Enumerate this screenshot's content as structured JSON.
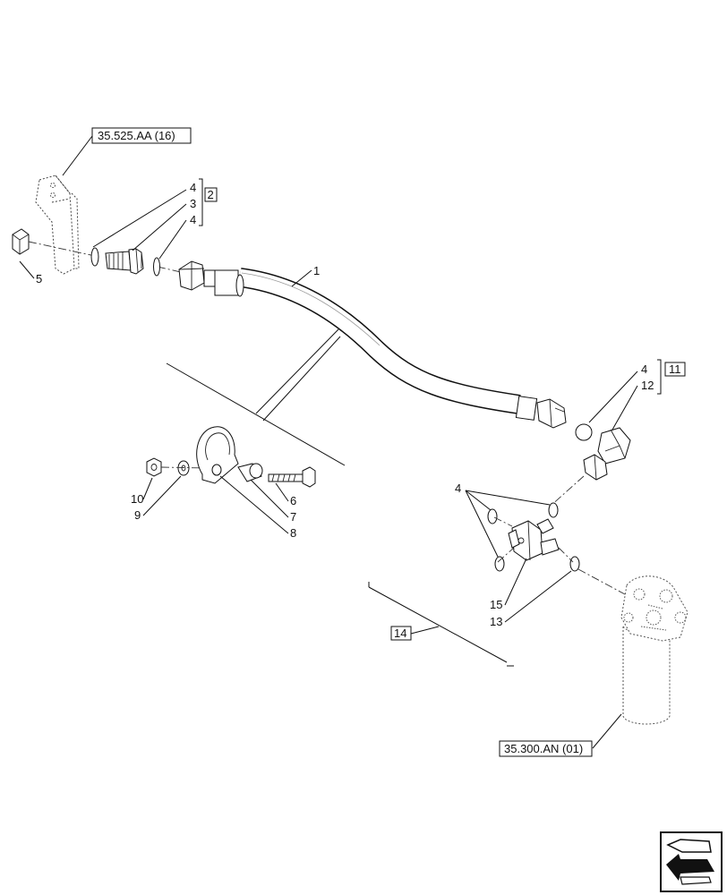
{
  "references": {
    "bracket": "35.525.AA (16)",
    "filter": "35.300.AN (01)"
  },
  "group_boxes": {
    "fitting_group": "2",
    "elbow_group": "11",
    "section": "14"
  },
  "callouts": {
    "hose": "1",
    "oring_upper_a": "4",
    "adapter": "3",
    "oring_upper_b": "4",
    "nut_left": "5",
    "clamp_nut": "10",
    "clamp_washer": "9",
    "spacer": "7",
    "clamp": "8",
    "bolt": "6",
    "elbow_oring": "4",
    "elbow": "12",
    "tee_orings": "4",
    "tee": "15",
    "tee_oring_lower": "13"
  },
  "icons": {
    "nav": "back-arrow-icon"
  }
}
